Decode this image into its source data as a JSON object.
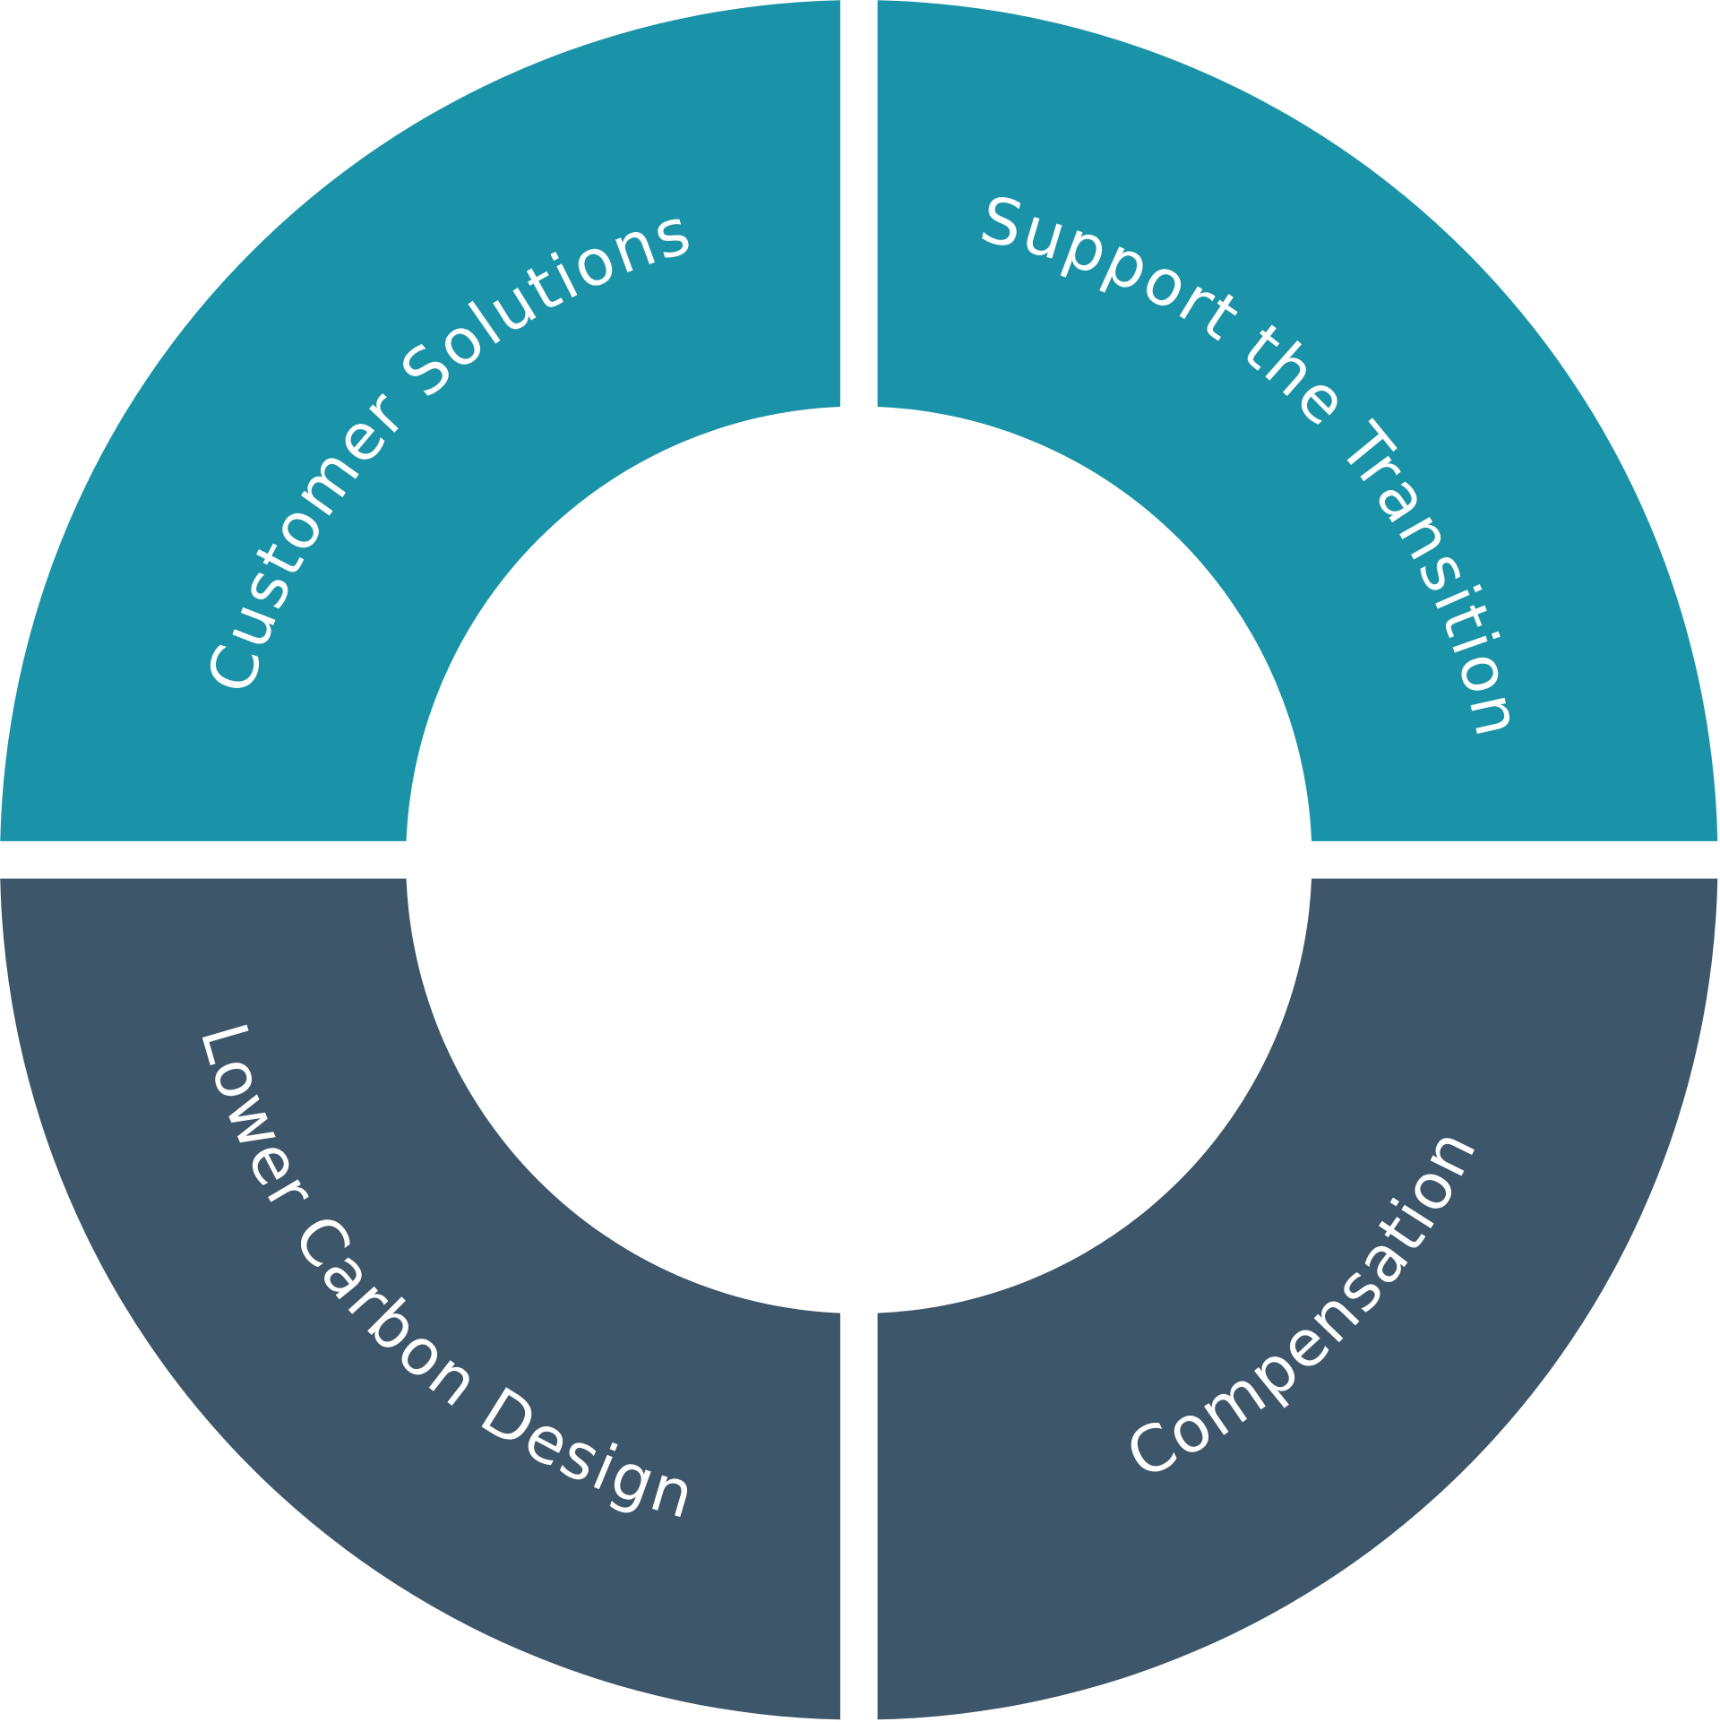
{
  "colors": {
    "top": "#1A93A8",
    "bottom": "#3D566A",
    "text": "#FFFFFF"
  },
  "segments": [
    {
      "id": "top-left",
      "label": "Customer Solutions"
    },
    {
      "id": "top-right",
      "label": "Support the Transition"
    },
    {
      "id": "bottom-left",
      "label": "Lower Carbon Design"
    },
    {
      "id": "bottom-right",
      "label": "Compensation"
    }
  ]
}
